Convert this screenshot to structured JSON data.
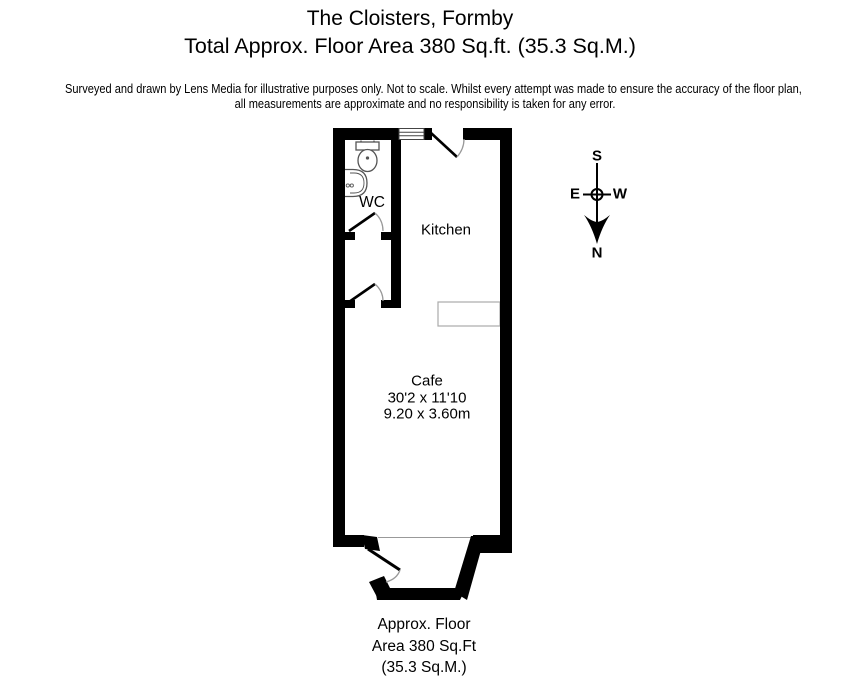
{
  "header": {
    "title": "The Cloisters, Formby",
    "subtitle": "Total Approx. Floor Area 380 Sq.ft. (35.3 Sq.M.)",
    "disclaimer_line1": "Surveyed and drawn by Lens Media for illustrative purposes only. Not to scale. Whilst every attempt was made to ensure the accuracy of the floor plan,",
    "disclaimer_line2": "all measurements are approximate and no responsibility is taken for any error."
  },
  "floorplan": {
    "wc_label": "WC",
    "kitchen_label": "Kitchen",
    "cafe_label": "Cafe",
    "cafe_dimensions_imperial": "30'2 x 11'10",
    "cafe_dimensions_metric": "9.20 x 3.60m"
  },
  "compass": {
    "south": "S",
    "east": "E",
    "west": "W",
    "north": "N"
  },
  "footer": {
    "line1": "Approx. Floor",
    "line2": "Area 380 Sq.Ft",
    "line3": "(35.3 Sq.M.)"
  },
  "colors": {
    "wall": "#000000",
    "background": "#ffffff",
    "counter_outline": "#aaaaaa",
    "fixture_outline": "#555555",
    "door_arc": "#999999"
  }
}
